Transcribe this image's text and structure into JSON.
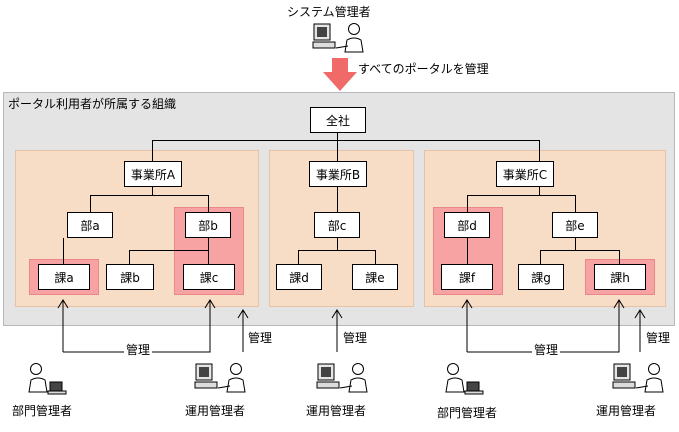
{
  "top": {
    "system_admin_label": "システム管理者",
    "manage_all_label": "すべてのポータルを管理"
  },
  "org": {
    "title": "ポータル利用者が所属する組織",
    "company": "全社",
    "offices": [
      {
        "name": "事業所A",
        "departments": [
          {
            "name": "部a",
            "sections": [
              "課a"
            ]
          },
          {
            "name": "部b",
            "sections": [
              "課b",
              "課c"
            ]
          }
        ]
      },
      {
        "name": "事業所B",
        "departments": [
          {
            "name": "部c",
            "sections": [
              "課d",
              "課e"
            ]
          }
        ]
      },
      {
        "name": "事業所C",
        "departments": [
          {
            "name": "部d",
            "sections": [
              "課f"
            ]
          },
          {
            "name": "部e",
            "sections": [
              "課g",
              "課h"
            ]
          }
        ]
      }
    ]
  },
  "bottom": {
    "manage_label": "管理",
    "dept_admin_label": "部門管理者",
    "ops_admin_label": "運用管理者"
  },
  "colors": {
    "org_background": "#e4e4e4",
    "office_background": "#f7dcc6",
    "highlight": "#f7a3a3",
    "arrow": "#f06a6a"
  }
}
